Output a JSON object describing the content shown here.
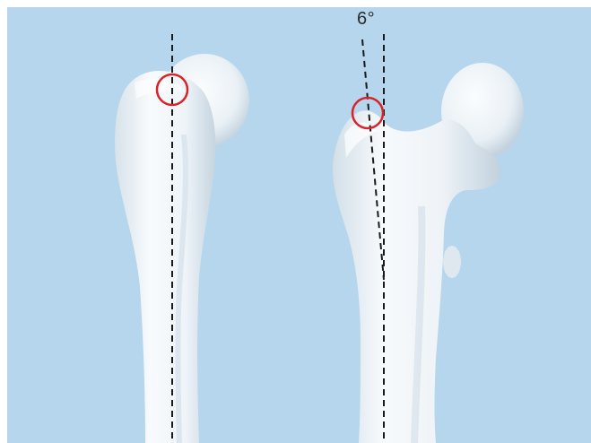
{
  "angle_label": "6°",
  "colors": {
    "background": "#b5d6ec",
    "bone_light": "#f7fafc",
    "bone_shadow": "#c9d7e2",
    "axis_line": "#1a1a1a",
    "marker_circle": "#d9232a"
  },
  "figures": [
    {
      "name": "humerus-anterior-view",
      "axis": "vertical"
    },
    {
      "name": "femur-anterior-view",
      "axis": "vertical-and-angled",
      "angle": "6°"
    }
  ]
}
